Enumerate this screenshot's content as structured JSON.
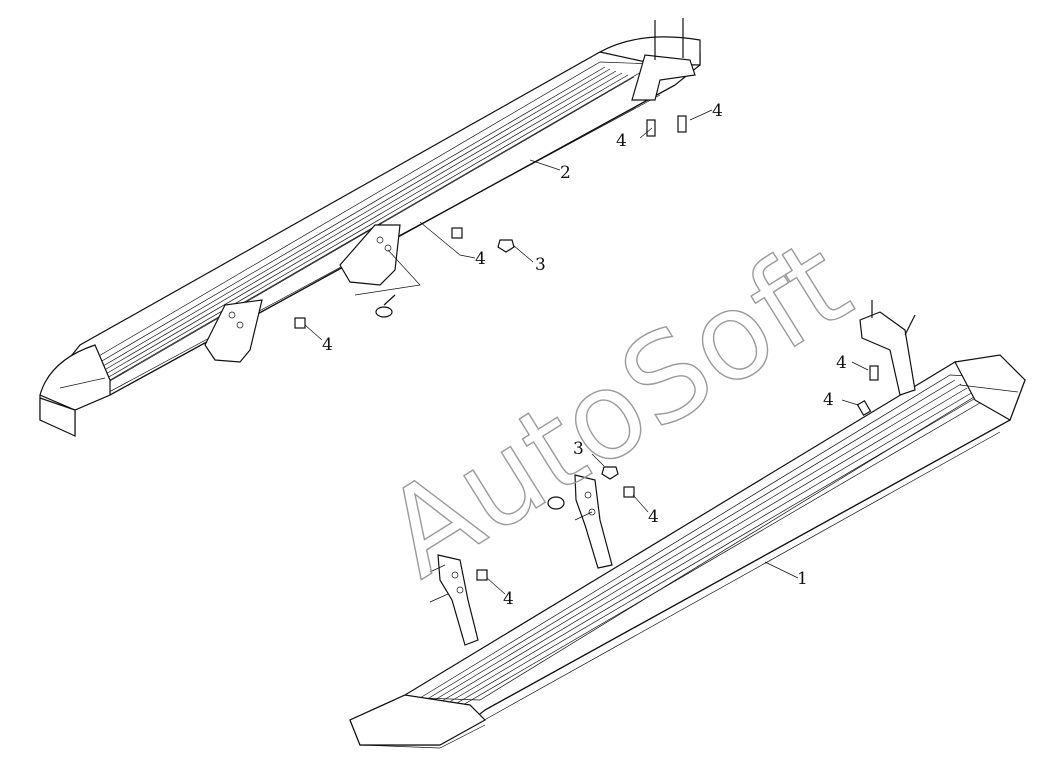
{
  "diagram": {
    "watermark": "AutoSoft",
    "callouts": [
      {
        "id": "c-2-top",
        "text": "2"
      },
      {
        "id": "c-4-top-a",
        "text": "4"
      },
      {
        "id": "c-4-top-b",
        "text": "4"
      },
      {
        "id": "c-4-mid",
        "text": "4"
      },
      {
        "id": "c-3-mid",
        "text": "3"
      },
      {
        "id": "c-4-left",
        "text": "4"
      },
      {
        "id": "c-4-right-a",
        "text": "4"
      },
      {
        "id": "c-4-right-b",
        "text": "4"
      },
      {
        "id": "c-3-low",
        "text": "3"
      },
      {
        "id": "c-4-low",
        "text": "4"
      },
      {
        "id": "c-4-lowleft",
        "text": "4"
      },
      {
        "id": "c-1",
        "text": "1"
      }
    ]
  }
}
